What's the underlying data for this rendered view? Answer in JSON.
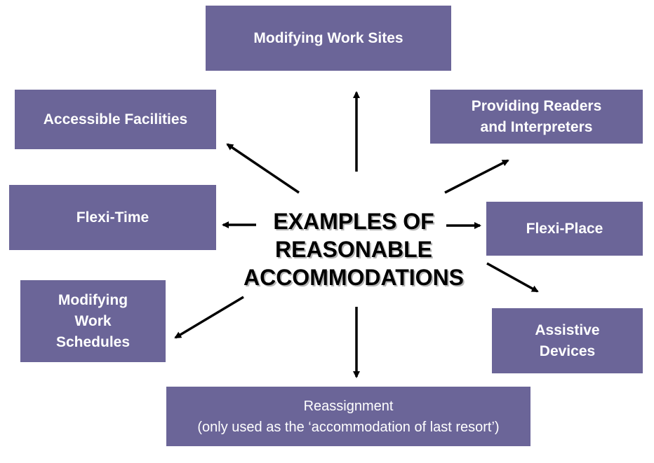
{
  "center": {
    "title": "EXAMPLES OF\nREASONABLE\nACCOMMODATIONS"
  },
  "nodes": {
    "modifying_work_sites": "Modifying Work Sites",
    "accessible_facilities": "Accessible Facilities",
    "providing_readers": "Providing Readers\nand Interpreters",
    "flexi_time": "Flexi-Time",
    "flexi_place": "Flexi-Place",
    "modifying_work_schedules": "Modifying\nWork\nSchedules",
    "assistive_devices": "Assistive\nDevices",
    "reassignment": "Reassignment\n(only used as the ‘accommodation of last resort’)"
  },
  "colors": {
    "box_fill": "#6b6598",
    "box_text": "#ffffff",
    "center_text": "#000000",
    "arrow": "#000000"
  }
}
